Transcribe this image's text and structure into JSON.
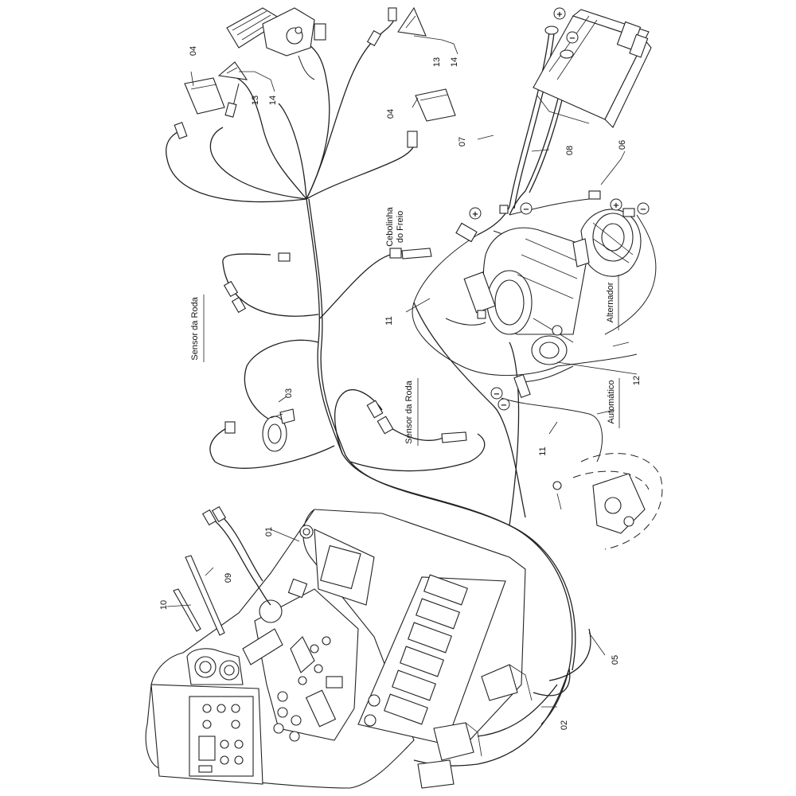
{
  "part_numbers": {
    "p01": "01",
    "p02": "02",
    "p03": "03",
    "p04a": "04",
    "p04b": "04",
    "p05": "05",
    "p06": "06",
    "p07": "07",
    "p08": "08",
    "p09": "09",
    "p10": "10",
    "p11a": "11",
    "p11b": "11",
    "p12": "12",
    "p13a": "13",
    "p14a": "14",
    "p13b": "13",
    "p14b": "14"
  },
  "labels": {
    "sensor_roda_1": "Sensor da Roda",
    "sensor_roda_2": "Sensor da Roda",
    "cebolinha_line1": "Cebolinha",
    "cebolinha_line2": "do Freio",
    "alternador": "Alternador",
    "automatico": "Automático"
  },
  "symbols": {
    "plus": "+",
    "minus": "−"
  }
}
